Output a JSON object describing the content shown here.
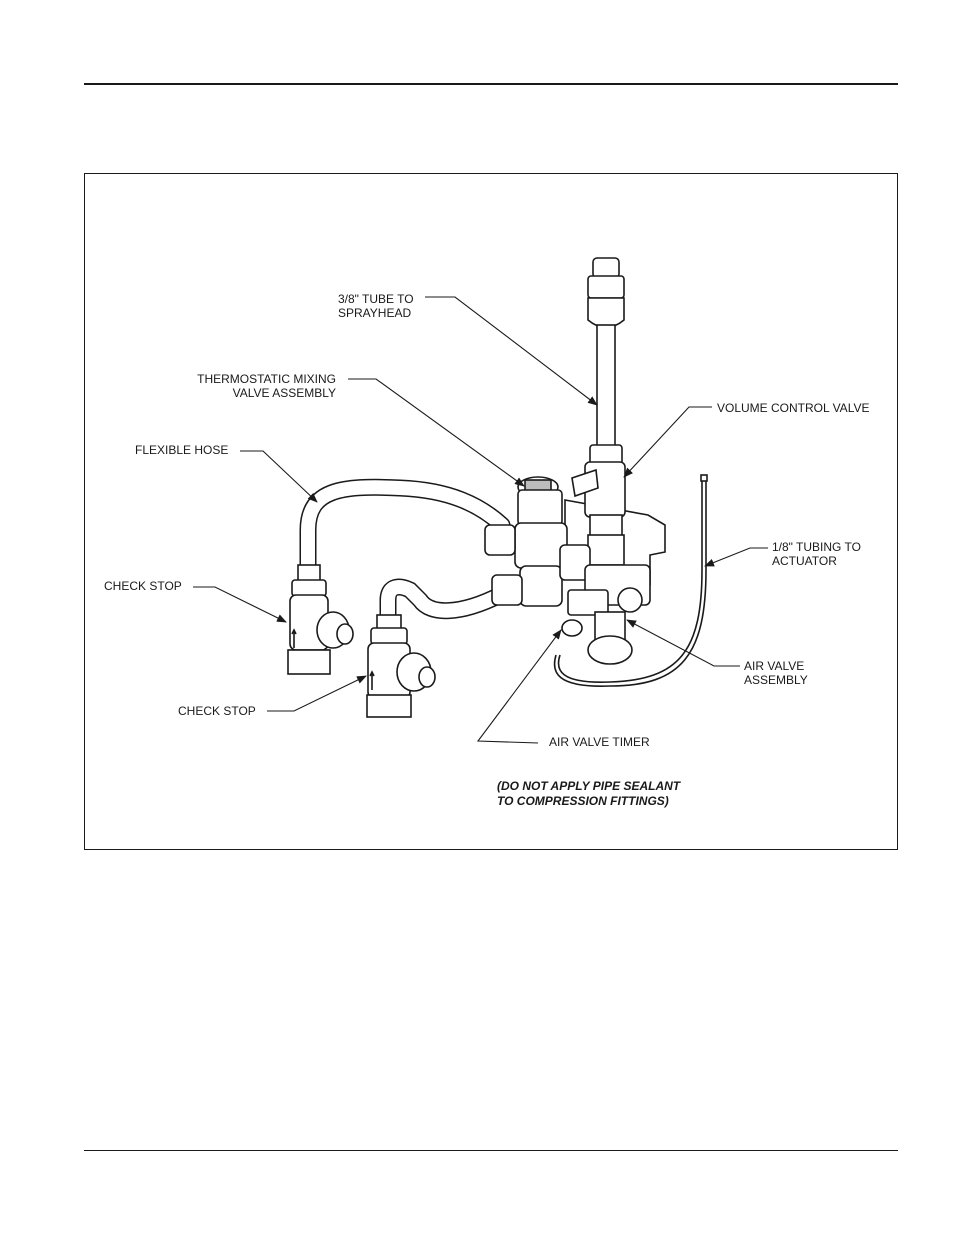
{
  "labels": {
    "tube_to_sprayhead": [
      "3/8\" TUBE TO",
      "SPRAYHEAD"
    ],
    "thermostatic_mixing_valve": [
      "THERMOSTATIC MIXING",
      "VALVE ASSEMBLY"
    ],
    "volume_control_valve": "VOLUME CONTROL VALVE",
    "flexible_hose": "FLEXIBLE HOSE",
    "tubing_to_actuator": [
      "1/8\" TUBING TO",
      "ACTUATOR"
    ],
    "check_stop_upper": "CHECK STOP",
    "check_stop_lower": "CHECK STOP",
    "air_valve_assembly": [
      "AIR VALVE",
      "ASSEMBLY"
    ],
    "air_valve_timer": "AIR VALVE TIMER"
  },
  "note": [
    "(DO NOT APPLY PIPE SEALANT",
    "TO COMPRESSION FITTINGS)"
  ],
  "colors": {
    "ink": "#1a1a1a",
    "paper": "#ffffff",
    "shade": "#bdbdbd"
  }
}
